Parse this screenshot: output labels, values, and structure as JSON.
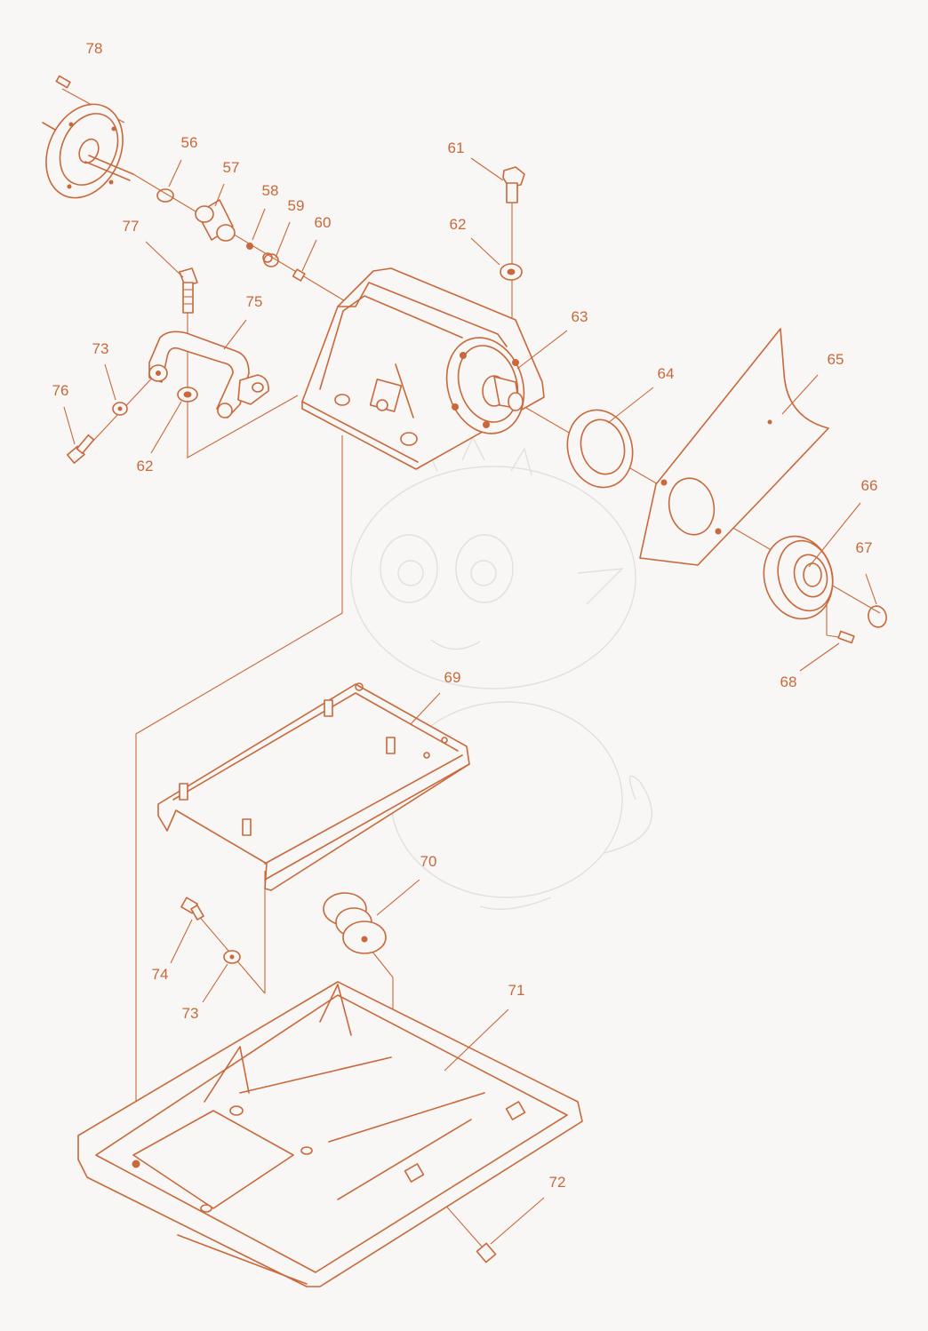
{
  "colors": {
    "line": "#c9683a",
    "background": "#f8f7f5",
    "watermark": "#e4dfdc"
  },
  "watermark": {
    "icon": "baby-dragon-watermark"
  },
  "callouts": [
    "78",
    "56",
    "57",
    "58",
    "59",
    "60",
    "77",
    "75",
    "73",
    "76",
    "62",
    "61",
    "62",
    "63",
    "64",
    "65",
    "66",
    "67",
    "68",
    "69",
    "70",
    "74",
    "73",
    "71",
    "72"
  ]
}
